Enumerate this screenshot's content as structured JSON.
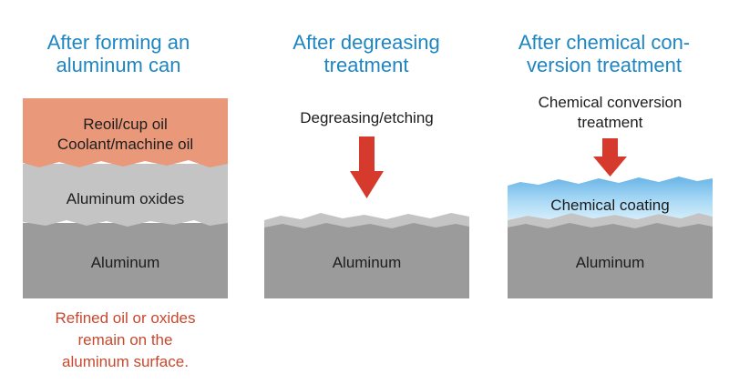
{
  "stage1": {
    "title_lines": [
      "After forming an",
      "aluminum can"
    ],
    "layer_oil_lines": [
      "Reoil/cup oil",
      "Coolant/machine oil"
    ],
    "layer_oxide": "Aluminum oxides",
    "layer_base": "Aluminum",
    "note_lines": [
      "Refined oil or oxides",
      "remain on the",
      "aluminum surface."
    ]
  },
  "stage2": {
    "title_lines": [
      "After degreasing",
      "treatment"
    ],
    "process": "Degreasing/etching",
    "layer_base": "Aluminum"
  },
  "stage3": {
    "title_lines": [
      "After chemical con-",
      "version treatment"
    ],
    "process_lines": [
      "Chemical conversion",
      "treatment"
    ],
    "layer_coating": "Chemical coating",
    "layer_base": "Aluminum"
  },
  "colors": {
    "title": "#1f86c2",
    "note": "#c8482e",
    "oil": "#e9987a",
    "oxide": "#c4c4c4",
    "aluminum": "#9b9b9b",
    "coating": "#79bfeb",
    "arrow": "#d63a2c"
  },
  "icons": [
    "down-arrow-icon"
  ]
}
